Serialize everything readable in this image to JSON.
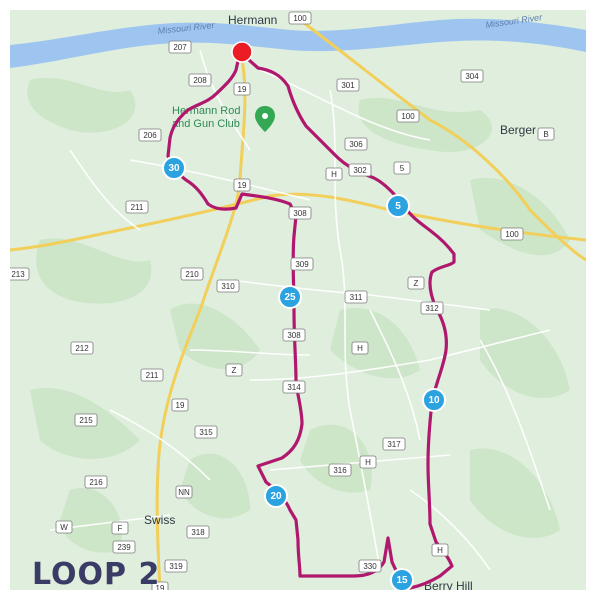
{
  "towns": [
    {
      "id": "hermann",
      "name": "Hermann"
    },
    {
      "id": "berger",
      "name": "Berger"
    },
    {
      "id": "swiss",
      "name": "Swiss"
    },
    {
      "id": "berry-hill",
      "name": "Berry Hill"
    }
  ],
  "rivers": [
    {
      "id": "river-west",
      "name": "Missouri River"
    },
    {
      "id": "river-east",
      "name": "Missouri River"
    }
  ],
  "poi": {
    "line1": "Hermann Rod",
    "line2": "and Gun Club"
  },
  "shields": [
    "100",
    "207",
    "208",
    "19",
    "301",
    "304",
    "206",
    "306",
    "100",
    "B",
    "H",
    "302",
    "5",
    "19",
    "211",
    "308",
    "309",
    "100",
    "213",
    "210",
    "310",
    "Z",
    "311",
    "312",
    "308",
    "H",
    "212",
    "211",
    "Z",
    "19",
    "314",
    "215",
    "315",
    "317",
    "316",
    "H",
    "216",
    "NN",
    "W",
    "F",
    "239",
    "318",
    "330",
    "H",
    "319",
    "19"
  ],
  "mile_markers": [
    "30",
    "5",
    "25",
    "10",
    "20",
    "15"
  ],
  "start_marker": "start",
  "route_color": "#b0186e",
  "title": "LOOP 2"
}
